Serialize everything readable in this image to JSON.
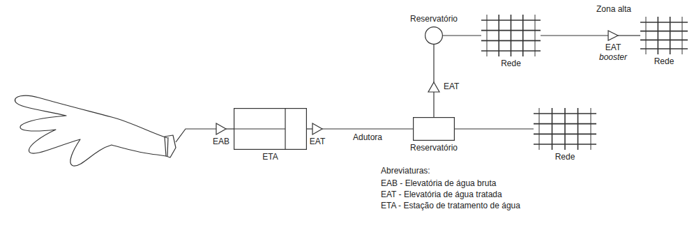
{
  "diagram": {
    "nodes": [
      {
        "text": [
          "EAB"
        ]
      },
      {
        "text": [
          "ETA"
        ]
      },
      {
        "text": [
          "EAT"
        ]
      },
      {
        "text": [
          "Reservatório"
        ]
      },
      {
        "text": [
          "Rede"
        ]
      },
      {
        "text": [
          "EAT"
        ]
      },
      {
        "text": [
          "Reservatório"
        ]
      },
      {
        "text": [
          "Rede"
        ]
      },
      {
        "text": [
          "EAT",
          "booster"
        ]
      },
      {
        "text": [
          "Rede"
        ]
      }
    ],
    "edges": [
      {
        "from": 0,
        "to": 1,
        "arrow": "none"
      },
      {
        "from": 1,
        "to": 2,
        "arrow": "none"
      },
      {
        "from": 2,
        "to": 3,
        "label": "Adutora",
        "arrow": "none"
      },
      {
        "from": 3,
        "to": 4,
        "arrow": "none"
      },
      {
        "from": 3,
        "to": 5,
        "arrow": "none"
      },
      {
        "from": 5,
        "to": 6,
        "arrow": "none"
      },
      {
        "from": 6,
        "to": 7,
        "arrow": "none"
      },
      {
        "from": 7,
        "to": 8,
        "arrow": "none"
      },
      {
        "from": 8,
        "to": 9,
        "arrow": "none"
      }
    ],
    "labels": [
      "Zona alta",
      "Abreviaturas:",
      "EAB - Elevatória de água bruta",
      "EAT - Elevatória de água tratada",
      "ETA - Estação de tratamento de água"
    ]
  }
}
